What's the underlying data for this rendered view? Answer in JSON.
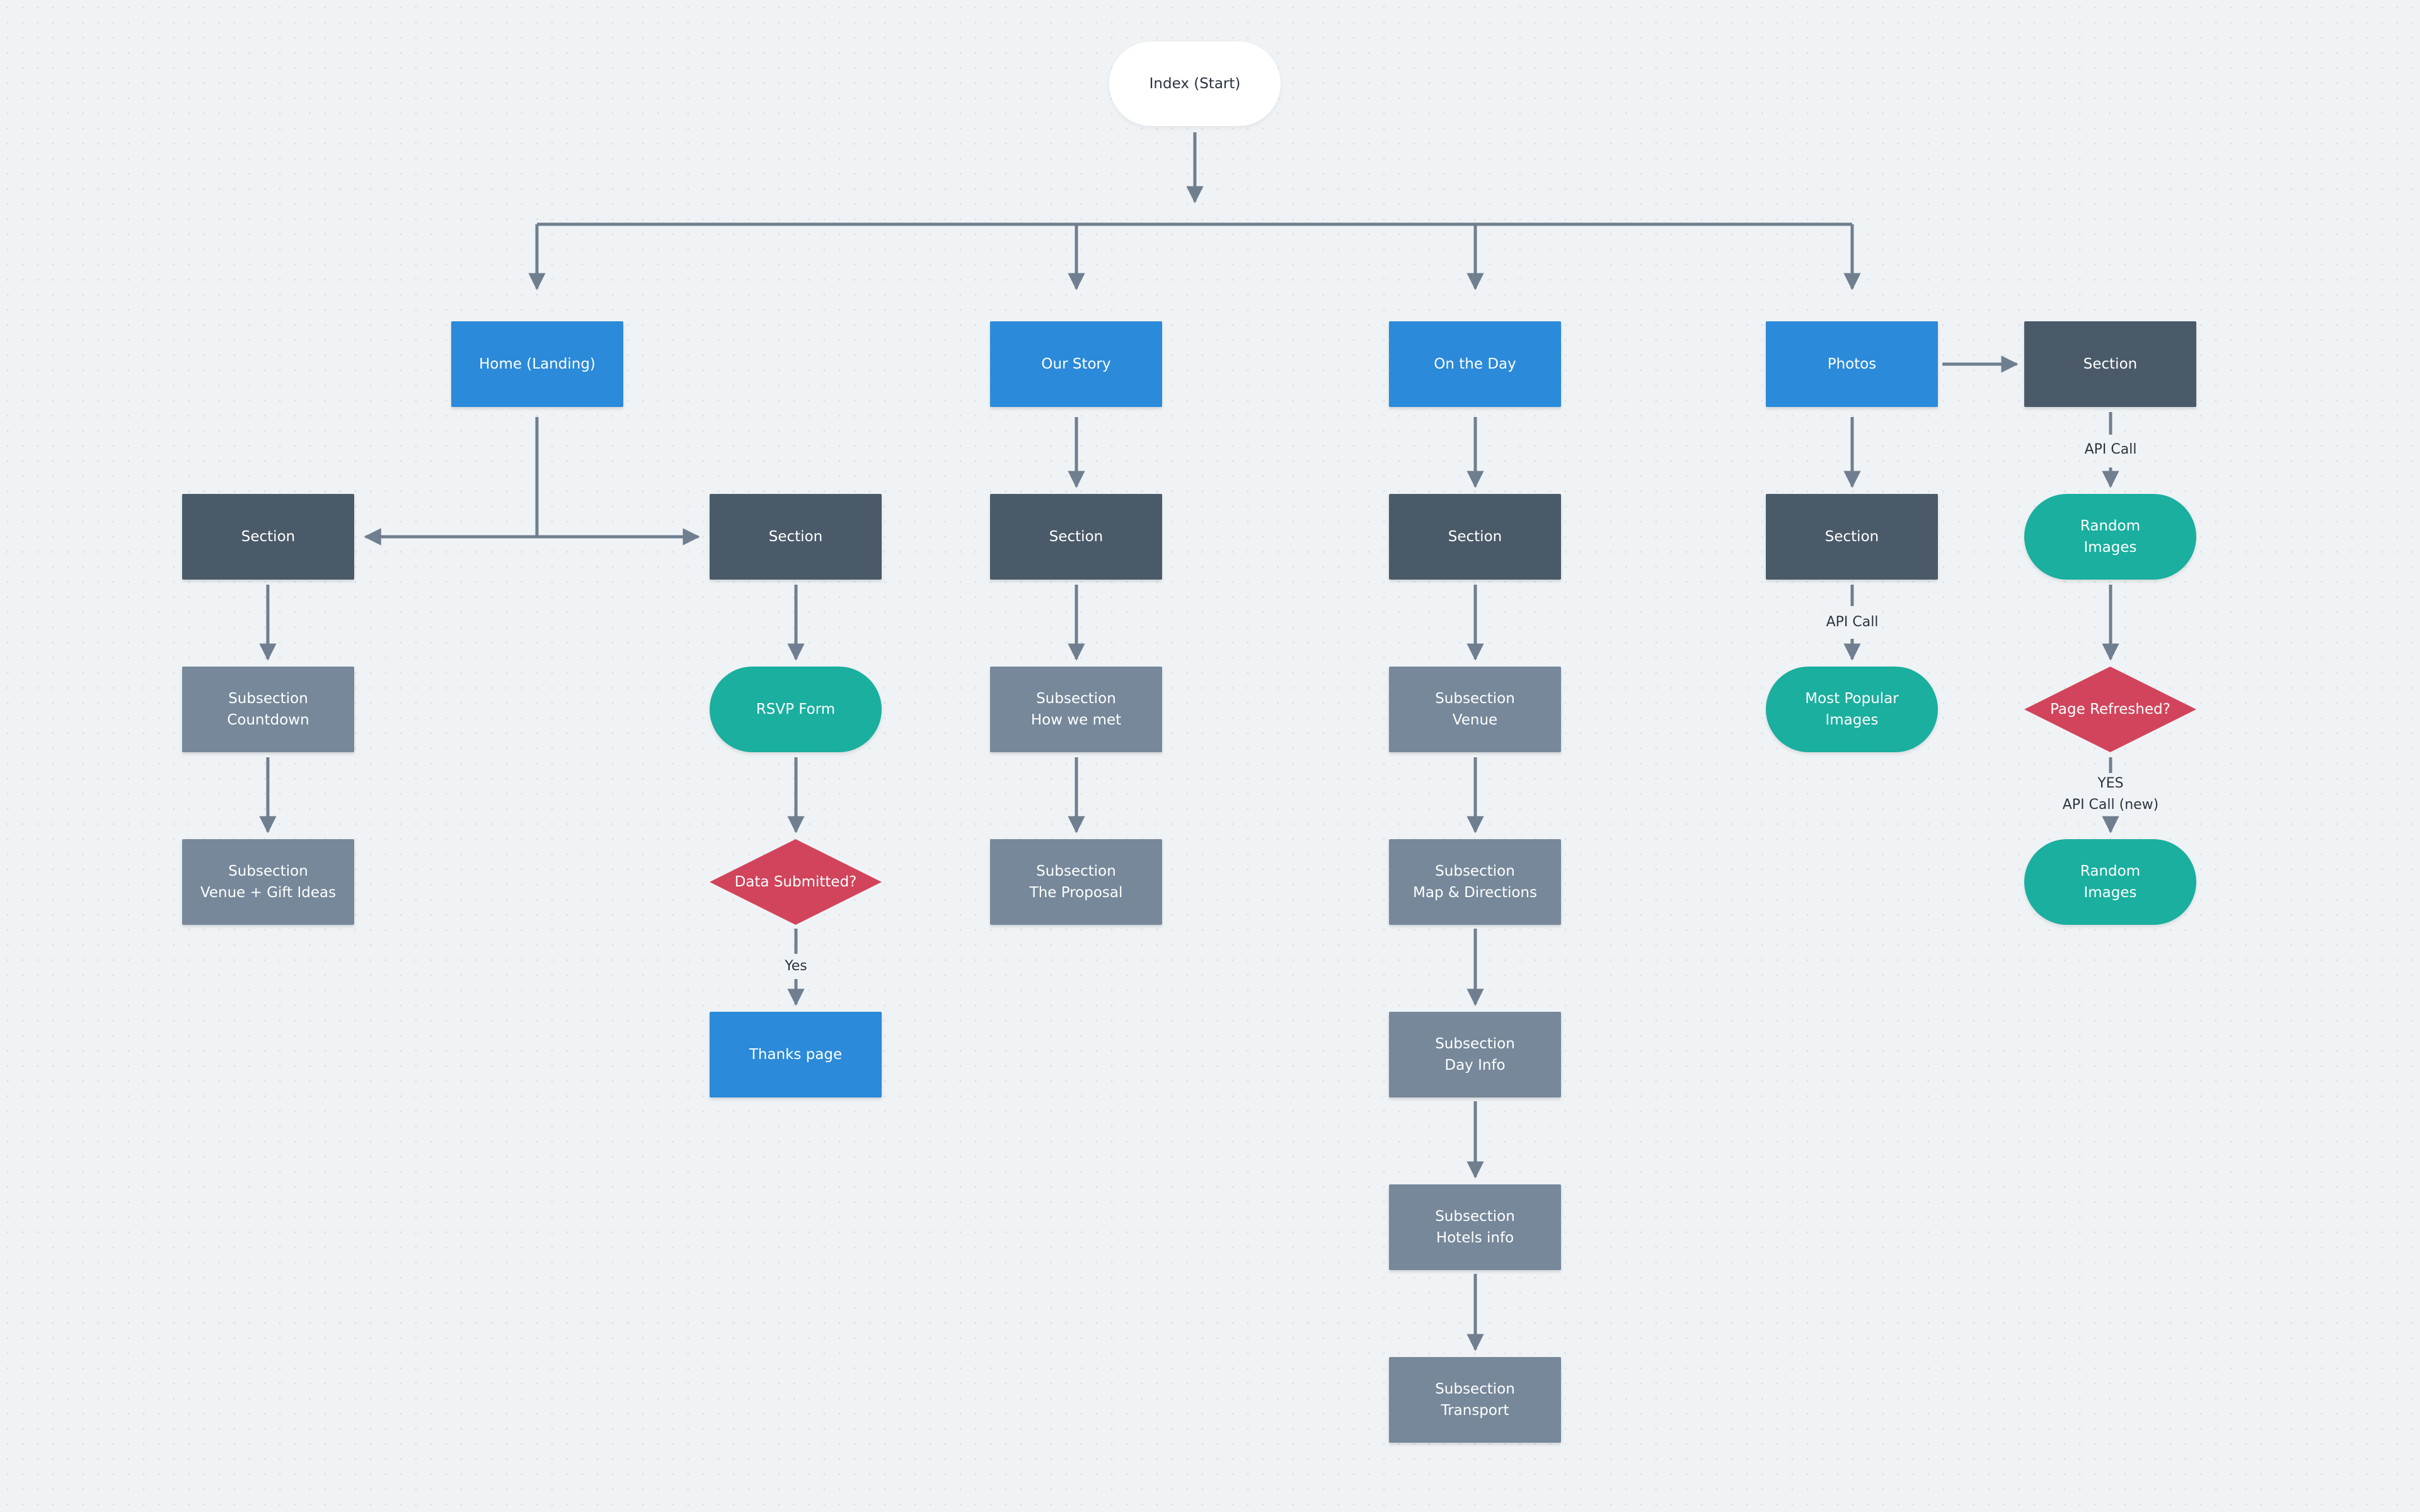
{
  "colors": {
    "background": "#f0f3f6",
    "page": "#2b8ad9",
    "section": "#4a5a69",
    "subsection": "#76889a",
    "component": "#1aaf9e",
    "decision": "#d1445b",
    "start": "#ffffff",
    "connector": "#6f7f8f"
  },
  "nodes": {
    "index_start": {
      "label": "Index (Start)"
    },
    "home": {
      "label": "Home (Landing)"
    },
    "our_story": {
      "label": "Our Story"
    },
    "on_the_day": {
      "label": "On the Day"
    },
    "photos": {
      "label": "Photos"
    },
    "photos_section_side": {
      "label": "Section"
    },
    "home_section_left": {
      "label": "Section"
    },
    "home_section_right": {
      "label": "Section"
    },
    "story_section": {
      "label": "Section"
    },
    "day_section": {
      "label": "Section"
    },
    "photos_section": {
      "label": "Section"
    },
    "sub_countdown": {
      "label": "Subsection\nCountdown"
    },
    "sub_venue_gift": {
      "label": "Subsection\nVenue + Gift Ideas"
    },
    "rsvp_form": {
      "label": "RSVP Form"
    },
    "data_submitted": {
      "label": "Data Submitted?"
    },
    "thanks_page": {
      "label": "Thanks page"
    },
    "sub_how_we_met": {
      "label": "Subsection\nHow we met"
    },
    "sub_proposal": {
      "label": "Subsection\nThe Proposal"
    },
    "sub_venue": {
      "label": "Subsection\nVenue"
    },
    "sub_map": {
      "label": "Subsection\nMap & Directions"
    },
    "sub_day_info": {
      "label": "Subsection\nDay Info"
    },
    "sub_hotels": {
      "label": "Subsection\nHotels info"
    },
    "sub_transport": {
      "label": "Subsection\nTransport"
    },
    "most_popular": {
      "label": "Most Popular\nImages"
    },
    "random_images_1": {
      "label": "Random\nImages"
    },
    "page_refreshed": {
      "label": "Page Refreshed?"
    },
    "random_images_2": {
      "label": "Random\nImages"
    }
  },
  "edge_labels": {
    "yes": "Yes",
    "api_call_photos": "API Call",
    "api_call_side": "API Call",
    "yes_api_call_new": "YES\nAPI Call (new)"
  }
}
